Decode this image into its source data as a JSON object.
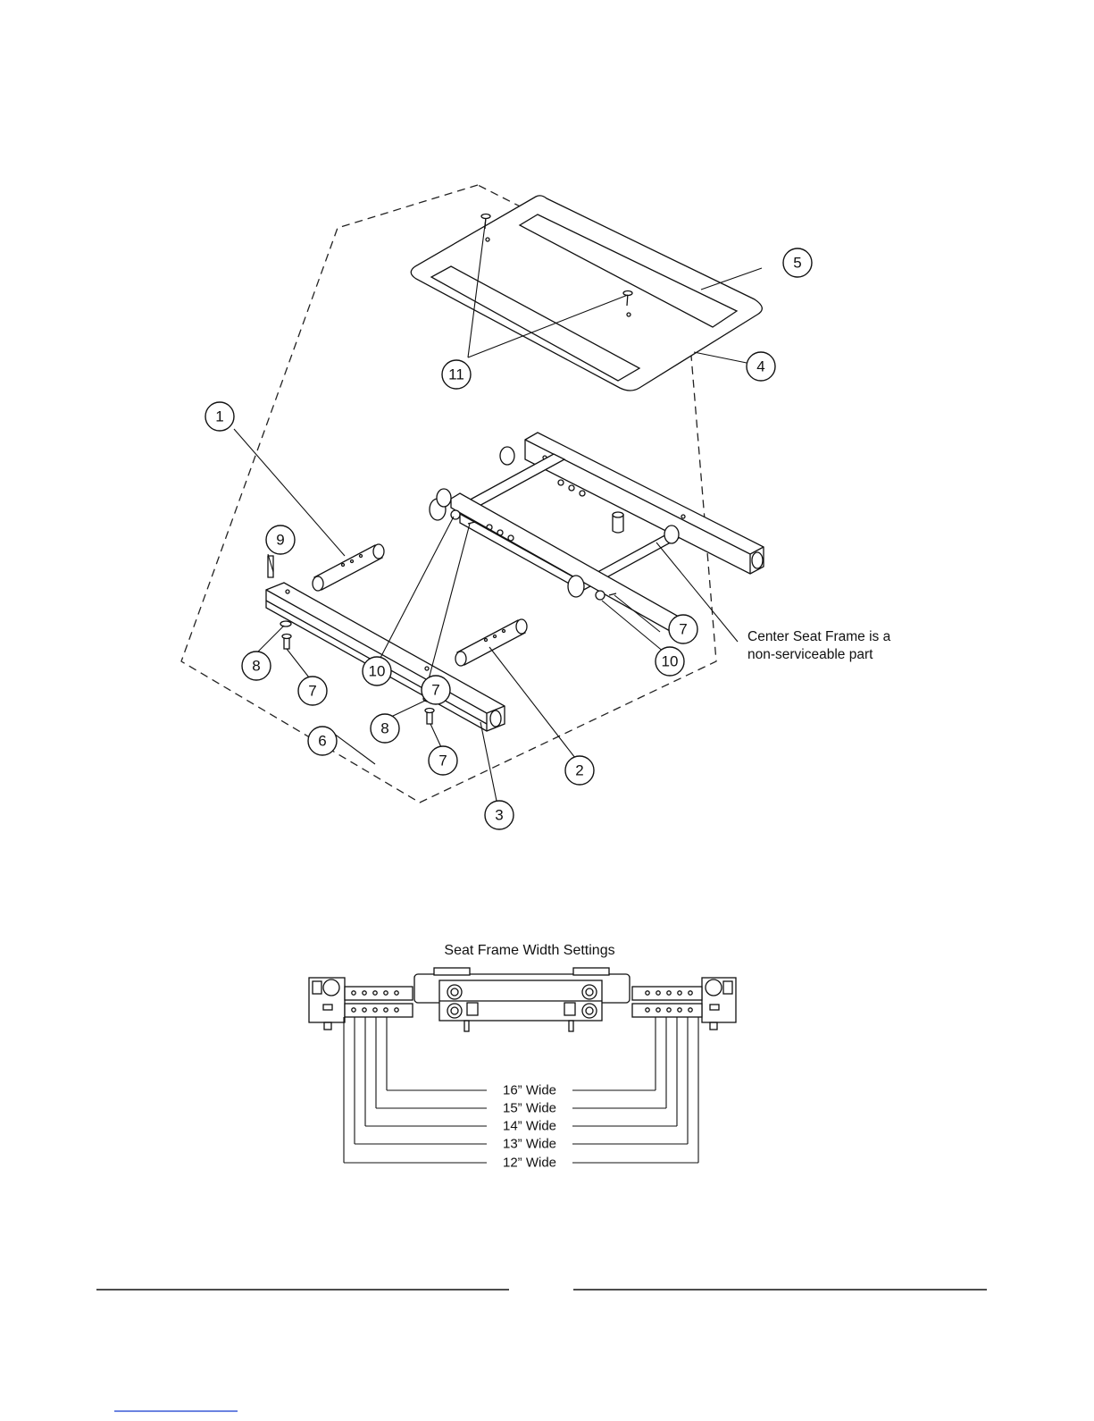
{
  "callouts": [
    {
      "id": "1",
      "label": "1"
    },
    {
      "id": "2",
      "label": "2"
    },
    {
      "id": "3",
      "label": "3"
    },
    {
      "id": "4",
      "label": "4"
    },
    {
      "id": "5",
      "label": "5"
    },
    {
      "id": "6",
      "label": "6"
    },
    {
      "id": "7a",
      "label": "7"
    },
    {
      "id": "7b",
      "label": "7"
    },
    {
      "id": "7c",
      "label": "7"
    },
    {
      "id": "7d",
      "label": "7"
    },
    {
      "id": "8a",
      "label": "8"
    },
    {
      "id": "8b",
      "label": "8"
    },
    {
      "id": "9",
      "label": "9"
    },
    {
      "id": "10a",
      "label": "10"
    },
    {
      "id": "10b",
      "label": "10"
    },
    {
      "id": "11",
      "label": "11"
    }
  ],
  "note": {
    "line1": "Center Seat Frame is a",
    "line2": "non-serviceable part"
  },
  "width_settings": {
    "title": "Seat Frame Width Settings",
    "labels": [
      "16” Wide",
      "15” Wide",
      "14” Wide",
      "13” Wide",
      "12” Wide"
    ]
  }
}
